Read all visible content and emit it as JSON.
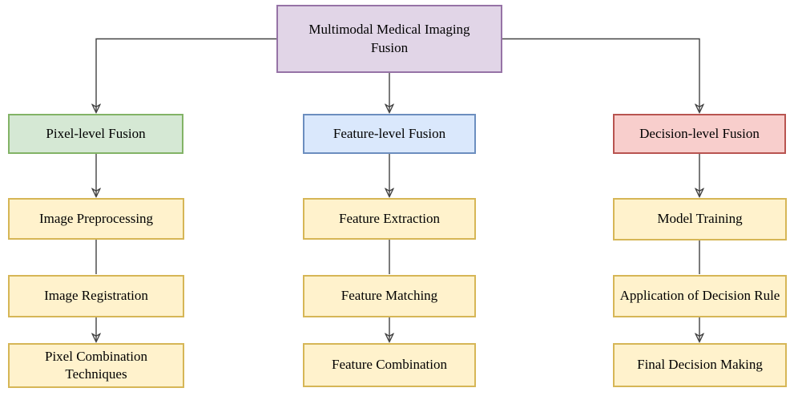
{
  "diagram": {
    "root": {
      "label": "Multimodal Medical Imaging Fusion"
    },
    "branches": [
      {
        "label": "Pixel-level Fusion",
        "theme": "green",
        "steps": [
          "Image Preprocessing",
          "Image Registration",
          "Pixel Combination Techniques"
        ]
      },
      {
        "label": "Feature-level Fusion",
        "theme": "blue",
        "steps": [
          "Feature Extraction",
          "Feature Matching",
          "Feature Combination"
        ]
      },
      {
        "label": "Decision-level Fusion",
        "theme": "red",
        "steps": [
          "Model Training",
          "Application of Decision Rule",
          "Final Decision Making"
        ]
      }
    ],
    "palette": {
      "root_fill": "#e1d5e7",
      "root_stroke": "#9673a6",
      "pixel_fill": "#d5e8d4",
      "pixel_stroke": "#82b366",
      "feature_fill": "#dae8fc",
      "feature_stroke": "#6c8ebf",
      "decision_fill": "#f8cecc",
      "decision_stroke": "#b85450",
      "step_fill": "#fff2cc",
      "step_stroke": "#d6b656",
      "connector": "#424242",
      "background": "#ffffff"
    }
  }
}
